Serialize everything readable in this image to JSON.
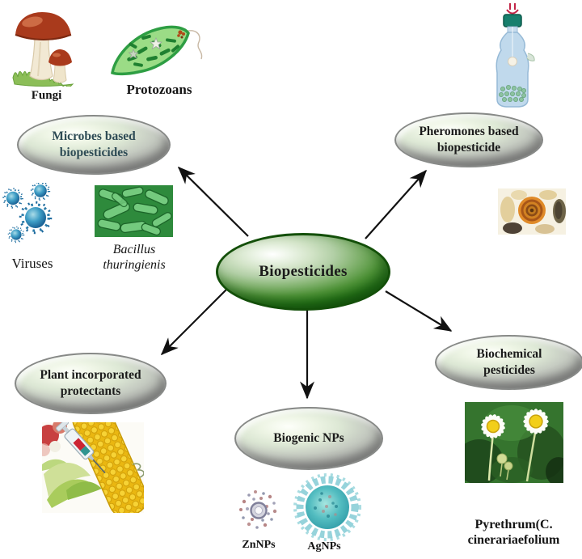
{
  "center": {
    "label": "Biopesticides"
  },
  "nodes": {
    "microbes": {
      "label": "Microbes based biopesticides"
    },
    "pheromones": {
      "label": "Pheromones based biopesticide"
    },
    "plant": {
      "label": "Plant incorporated protectants"
    },
    "biogenic": {
      "label": "Biogenic NPs"
    },
    "biochemical": {
      "label": "Biochemical pesticides"
    }
  },
  "captions": {
    "fungi": "Fungi",
    "protozoans": "Protozoans",
    "viruses": "Viruses",
    "bacillus": "Bacillus thuringienis",
    "znnps": "ZnNPs",
    "agnps": "AgNPs",
    "pyrethrum": "Pyrethrum(C. cinerariaefolium"
  },
  "icons": {
    "fungi": "mushroom-icon",
    "protozoans": "protozoan-cell-icon",
    "viruses": "virus-particles-icon",
    "bacillus": "bacteria-micrograph-icon",
    "pheromone_trap": "bottle-trap-icon",
    "moth": "moth-icon",
    "corn": "corn-syringe-icon",
    "pyrethrum": "daisy-flowers-icon",
    "znnps": "znnp-nanoparticle-icon",
    "agnps": "agnp-nanoparticle-icon"
  },
  "colors": {
    "center_ellipse_green": "#1a5e0e",
    "satellite_ellipse_gray": "#9b9d9b",
    "microbes_label_teal": "#2e4b55",
    "label_text": "#1b1b1b",
    "arrow": "#111111",
    "background": "#ffffff"
  },
  "connections": [
    {
      "from": "Biopesticides",
      "to": "Microbes based biopesticides"
    },
    {
      "from": "Biopesticides",
      "to": "Pheromones based biopesticide"
    },
    {
      "from": "Biopesticides",
      "to": "Plant incorporated protectants"
    },
    {
      "from": "Biopesticides",
      "to": "Biogenic NPs"
    },
    {
      "from": "Biopesticides",
      "to": "Biochemical pesticides"
    }
  ]
}
